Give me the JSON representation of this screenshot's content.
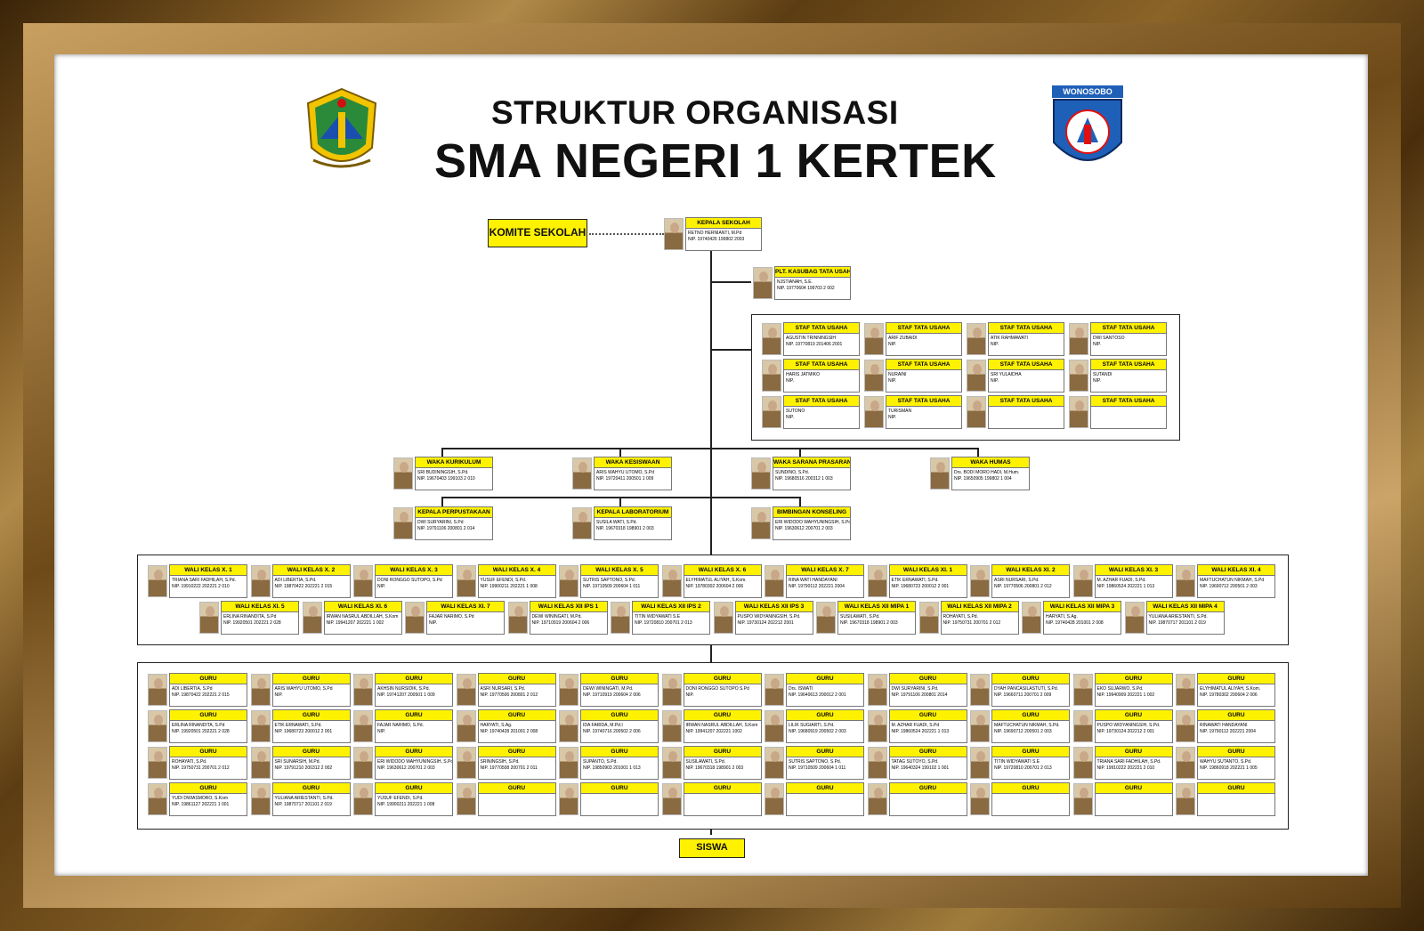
{
  "title": {
    "line1": "STRUKTUR ORGANISASI",
    "line2": "SMA NEGERI 1 KERTEK"
  },
  "logos": {
    "right_label": "WONOSOBO"
  },
  "komite": "KOMITE SEKOLAH",
  "siswa": "SISWA",
  "kepala": {
    "role": "KEPALA SEKOLAH",
    "name": "RETNO HERNIANTI, M.Pd",
    "nip": "NIP. 19740426 199802 2003"
  },
  "plt": {
    "role": "PLT. KASUBAG TATA USAHA",
    "name": "NJSTIANAH, S.E.",
    "nip": "NIP. 19770604 199703 2 002"
  },
  "staff": [
    {
      "role": "STAF TATA USAHA",
      "name": "AGUSTIN TRINNINGSIH",
      "nip": "NIP. 19770819 201406 2001"
    },
    {
      "role": "STAF TATA USAHA",
      "name": "ARIF ZUBAIDI",
      "nip": "NIP."
    },
    {
      "role": "STAF TATA USAHA",
      "name": "ATIK RAHMAWATI",
      "nip": "NIP."
    },
    {
      "role": "STAF TATA USAHA",
      "name": "DWI SANTOSO",
      "nip": "NIP."
    },
    {
      "role": "STAF TATA USAHA",
      "name": "HARIS JATMIKO",
      "nip": "NIP."
    },
    {
      "role": "STAF TATA USAHA",
      "name": "NURAINI",
      "nip": "NIP."
    },
    {
      "role": "STAF TATA USAHA",
      "name": "SRI YULAIDHA",
      "nip": "NIP."
    },
    {
      "role": "STAF TATA USAHA",
      "name": "SUTANDI",
      "nip": "NIP."
    },
    {
      "role": "STAF TATA USAHA",
      "name": "SUTONO",
      "nip": "NIP."
    },
    {
      "role": "STAF TATA USAHA",
      "name": "TURISMAN",
      "nip": "NIP."
    },
    {
      "role": "STAF TATA USAHA",
      "name": "",
      "nip": ""
    },
    {
      "role": "STAF TATA USAHA",
      "name": "",
      "nip": ""
    }
  ],
  "waka": [
    {
      "role": "WAKA KURIKULUM",
      "name": "SRI BUDININGSIH, S.Pd.",
      "nip": "NIP. 19670403 199103 2 010"
    },
    {
      "role": "WAKA KESISWAAN",
      "name": "ARIS WAHYU UTOMO, S.Pd",
      "nip": "NIP. 19720411 200501 1 009"
    },
    {
      "role": "WAKA SARANA PRASARANA",
      "name": "SUNDINO, S.Pd.",
      "nip": "NIP. 19680516 200312 1 003"
    },
    {
      "role": "WAKA HUMAS",
      "name": "Drs. BODI MORO HADI, M.Hum.",
      "nip": "NIP. 19650905 199802 1 004"
    }
  ],
  "kepala_unit": [
    {
      "role": "KEPALA PERPUSTAKAAN",
      "name": "DWI SURYARINI, S.Pd",
      "nip": "NIP. 19791106 200801 2 014"
    },
    {
      "role": "KEPALA LABORATORIUM",
      "name": "SUSILA WATI, S.Pd.",
      "nip": "NIP. 19670318 198901 2 003"
    },
    {
      "role": "BIMBINGAN KONSELING",
      "name": "ERI WIDODO WAHYUNINGSIH, S.Pd",
      "nip": "NIP. 19630612 200701 2 003"
    }
  ],
  "wali_row1": [
    {
      "role": "WALI KELAS X. 1",
      "name": "TRIANA SARI FADHILAH, S.Pd.",
      "nip": "NIP. 19910222 202221 2 010"
    },
    {
      "role": "WALI KELAS X. 2",
      "name": "ADI LIBERTIA, S.Pd.",
      "nip": "NIP. 19870422 202221 2 015"
    },
    {
      "role": "WALI KELAS X. 3",
      "name": "DONI RONGGO SUTOPO, S.Pd",
      "nip": "NIP."
    },
    {
      "role": "WALI KELAS X. 4",
      "name": "YUSUF EFENDI, S.Pd.",
      "nip": "NIP. 19900211 202221 1 008"
    },
    {
      "role": "WALI KELAS X. 5",
      "name": "SUTRIS SAPTONO, S.Pd.",
      "nip": "NIP. 19710509 200604 1 011"
    },
    {
      "role": "WALI KELAS X. 6",
      "name": "ELYHIMATUL ALIYAH, S.Kom.",
      "nip": "NIP. 19780302 200604 2 006"
    },
    {
      "role": "WALI KELAS X. 7",
      "name": "RINA WATI HANDAYANI",
      "nip": "NIP. 19790112 202221 2004"
    },
    {
      "role": "WALI KELAS XI. 1",
      "name": "ETIK ERNAWATI, S.Pd.",
      "nip": "NIP. 19680723 200012 2 001"
    },
    {
      "role": "WALI KELAS XI. 2",
      "name": "ASRI NURSARI, S.Pd.",
      "nip": "NIP. 19770506 200801 2 012"
    },
    {
      "role": "WALI KELAS XI. 3",
      "name": "M. AZHAR FUADI, S.Pd.",
      "nip": "NIP. 19860524 202221 1 013"
    },
    {
      "role": "WALI KELAS XI. 4",
      "name": "MAFTUCHATUN NIKMAH, S.Pd",
      "nip": "NIP. 19690712 200501 2 003"
    }
  ],
  "wali_row2": [
    {
      "role": "WALI KELAS XI. 5",
      "name": "ERLINA RINANDITA, S.Pd",
      "nip": "NIP. 19920501 202221 2 028"
    },
    {
      "role": "WALI KELAS XI. 6",
      "name": "IRWAN NASRUL ABDILLAH, S.Kom",
      "nip": "NIP. 19941207 202221 1 002"
    },
    {
      "role": "WALI KELAS XI. 7",
      "name": "FAJAR NARIMO, S.Pd",
      "nip": "NIP."
    },
    {
      "role": "WALI KELAS XII IPS 1",
      "name": "DEWI WININGATI, M.Pd.",
      "nip": "NIP. 19710919 200604 2 006"
    },
    {
      "role": "WALI KELAS XII IPS 2",
      "name": "TITIN WIDYAWATI S.E",
      "nip": "NIP. 19720810 200701 2 013"
    },
    {
      "role": "WALI KELAS XII IPS 3",
      "name": "PUSPO WIDYANINGSIH, S.Pd.",
      "nip": "NIP. 19730124 202212 2001"
    },
    {
      "role": "WALI KELAS XII MIPA 1",
      "name": "SUSILAWATI, S.Pd.",
      "nip": "NIP. 19670318 198901 2 003"
    },
    {
      "role": "WALI KELAS XII MIPA 2",
      "name": "ROHAYATI, S.Pd.",
      "nip": "NIP. 19750731 200701 2 012"
    },
    {
      "role": "WALI KELAS XII MIPA 3",
      "name": "HARYATI, S.Ag.",
      "nip": "NIP. 19740428 201001 2 008"
    },
    {
      "role": "WALI KELAS XII MIPA 4",
      "name": "YULIANA ARIESTANTI, S.Pd.",
      "nip": "NIP. 19870717 201101 2 019"
    }
  ],
  "guru": [
    {
      "role": "GURU",
      "name": "ADI LIBERTIA, S.Pd",
      "nip": "NIP. 19870422 202221 2 015"
    },
    {
      "role": "GURU",
      "name": "ARIS WAHYU UTOMO, S.Pd",
      "nip": "NIP."
    },
    {
      "role": "GURU",
      "name": "AKHSIN NURSIDIK, S.Pd.",
      "nip": "NIP. 19741207 200501 1 009"
    },
    {
      "role": "GURU",
      "name": "ASRI NURSARI, S.Pd.",
      "nip": "NIP. 19770506 200801 2 012"
    },
    {
      "role": "GURU",
      "name": "DEWI WININGATI, M.Pd.",
      "nip": "NIP. 19710919 200604 2 006"
    },
    {
      "role": "GURU",
      "name": "DONI RONGGO SUTOPO S.Pd",
      "nip": "NIP."
    },
    {
      "role": "GURU",
      "name": "Drs. ISWATI",
      "nip": "NIP. 19640613 200012 2 001"
    },
    {
      "role": "GURU",
      "name": "DWI SURYARINI, S.Pd.",
      "nip": "NIP. 19791106 200801 2014"
    },
    {
      "role": "GURU",
      "name": "DYAH PANCASILASTUTI, S.Pd.",
      "nip": "NIP. 19660711 200701 2 009"
    },
    {
      "role": "GURU",
      "name": "EKO SUJARWO, S.Pd.",
      "nip": "NIP. 19940909 202221 1 002"
    },
    {
      "role": "GURU",
      "name": "ELYHIMATUL ALIYAH, S.Kom.",
      "nip": "NIP. 19780302 200604 2 006"
    },
    {
      "role": "GURU",
      "name": "ERLINA RINANDITA, S.Pd",
      "nip": "NIP. 19920501 202221 2 028"
    },
    {
      "role": "GURU",
      "name": "ETIK ERNAWATI, S.Pd.",
      "nip": "NIP. 19680723 200012 2 001"
    },
    {
      "role": "GURU",
      "name": "FAJAR NARIMO, S.Pd.",
      "nip": "NIP."
    },
    {
      "role": "GURU",
      "name": "HARYATI, S.Ag.",
      "nip": "NIP. 19740428 201001 2 008"
    },
    {
      "role": "GURU",
      "name": "IDA FARIDA, M.Pd.I",
      "nip": "NIP. 19740716 200502 2 006"
    },
    {
      "role": "GURU",
      "name": "IRWAN NASRUL ABDILLAH, S.Kom",
      "nip": "NIP. 19941207 202221 1002"
    },
    {
      "role": "GURU",
      "name": "LILIK SUGIARTI, S.Pd.",
      "nip": "NIP. 19680919 200502 2 003"
    },
    {
      "role": "GURU",
      "name": "M. AZHAR FUADI, S.Pd",
      "nip": "NIP. 19860524 202221 1 013"
    },
    {
      "role": "GURU",
      "name": "MAFTUCHATUN NIKMAH, S.Pd.",
      "nip": "NIP. 19690712 200501 2 003"
    },
    {
      "role": "GURU",
      "name": "PUSPO WIDYANINGSIH, S.Pd.",
      "nip": "NIP. 19730124 202212 2 001"
    },
    {
      "role": "GURU",
      "name": "RINAWATI HANDAYANI",
      "nip": "NIP. 19790112 202221 2004"
    },
    {
      "role": "GURU",
      "name": "ROHAYATI, S.Pd.",
      "nip": "NIP. 19750731 200701 2 012"
    },
    {
      "role": "GURU",
      "name": "SRI SUNARSIH, M.Pd.",
      "nip": "NIP. 19791210 200312 2 002"
    },
    {
      "role": "GURU",
      "name": "ERI WIDODO WAHYUNINGSIH, S.Pd",
      "nip": "NIP. 19630612 200701 2 003"
    },
    {
      "role": "GURU",
      "name": "SRININGSIH, S.Pd.",
      "nip": "NIP. 19770508 200701 2 011"
    },
    {
      "role": "GURU",
      "name": "SUPANTO, S.Pd.",
      "nip": "NIP. 19850903 201001 1 013"
    },
    {
      "role": "GURU",
      "name": "SUSILAWATI, S.Pd.",
      "nip": "NIP. 19670318 198901 2 003"
    },
    {
      "role": "GURU",
      "name": "SUTRIS SAPTONO, S.Pd.",
      "nip": "NIP. 19710509 200604 1 011"
    },
    {
      "role": "GURU",
      "name": "TATAG SUTOYO, S.Pd.",
      "nip": "NIP. 19640324 199102 1 001"
    },
    {
      "role": "GURU",
      "name": "TITIN WIDYAWATI S.E",
      "nip": "NIP. 19720810 200701 2 013"
    },
    {
      "role": "GURU",
      "name": "TRIANA SARI FADHILAH, S.Pd.",
      "nip": "NIP. 19910222 202221 2 010"
    },
    {
      "role": "GURU",
      "name": "WAHYU SUTANTO, S.Pd.",
      "nip": "NIP. 19860918 202221 1 005"
    },
    {
      "role": "GURU",
      "name": "YUDI DWIASMORO, S.Kom",
      "nip": "NIP. 19861127 202221 1 001"
    },
    {
      "role": "GURU",
      "name": "YULIANA ARIESTANTI, S.Pd.",
      "nip": "NIP. 19870717 201101 2 019"
    },
    {
      "role": "GURU",
      "name": "YUSUF EFENDI, S.Pd.",
      "nip": "NIP. 19900211 202221 1 008"
    },
    {
      "role": "GURU",
      "name": "",
      "nip": ""
    },
    {
      "role": "GURU",
      "name": "",
      "nip": ""
    },
    {
      "role": "GURU",
      "name": "",
      "nip": ""
    },
    {
      "role": "GURU",
      "name": "",
      "nip": ""
    },
    {
      "role": "GURU",
      "name": "",
      "nip": ""
    },
    {
      "role": "GURU",
      "name": "",
      "nip": ""
    },
    {
      "role": "GURU",
      "name": "",
      "nip": ""
    },
    {
      "role": "GURU",
      "name": "",
      "nip": ""
    }
  ]
}
